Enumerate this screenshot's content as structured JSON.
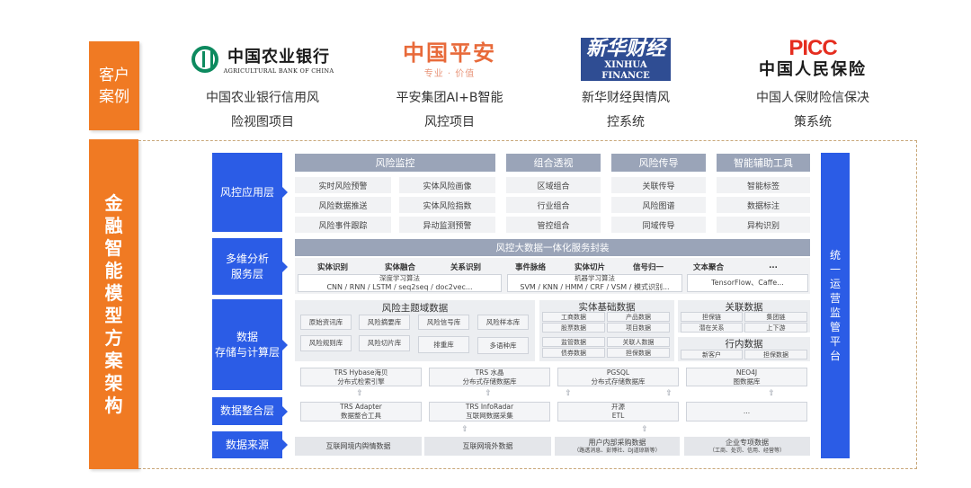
{
  "client_cases": {
    "tag": "客户\n案例",
    "clients": [
      {
        "logo": {
          "cn": "中国农业银行",
          "en": "AGRICULTURAL BANK OF CHINA"
        },
        "caption_line1": "中国农业银行信用风",
        "caption_line2": "险视图项目"
      },
      {
        "logo": {
          "cn": "中国平安",
          "sub": "专业 · 价值"
        },
        "caption_line1": "平安集团AI+B智能",
        "caption_line2": "风控项目"
      },
      {
        "logo": {
          "cn": "新华财经",
          "en": "XINHUA FINANCE"
        },
        "caption_line1": "新华财经舆情风",
        "caption_line2": "控系统"
      },
      {
        "logo": {
          "en": "PICC",
          "cn": "中国人民保险"
        },
        "caption_line1": "中国人保财险信保决",
        "caption_line2": "策系统"
      }
    ]
  },
  "architecture": {
    "title_chars": [
      "金",
      "融",
      "智",
      "能",
      "模",
      "型",
      "方",
      "案",
      "架",
      "构"
    ],
    "ops_platform_chars": [
      "统",
      "一",
      "运",
      "营",
      "监",
      "管",
      "平",
      "台"
    ],
    "layers": {
      "application": {
        "label": "风控应用层",
        "groups": [
          {
            "header": "风险监控",
            "items": [
              "实时风险预警",
              "实体风险画像",
              "风险数据推送",
              "实体风险指数",
              "风险事件跟踪",
              "异动监测预警"
            ]
          },
          {
            "header": "组合透视",
            "items": [
              "区域组合",
              "行业组合",
              "管控组合"
            ]
          },
          {
            "header": "风险传导",
            "items": [
              "关联传导",
              "风险图谱",
              "同域传导"
            ]
          },
          {
            "header": "智能辅助工具",
            "items": [
              "智能标签",
              "数据标注",
              "异构识别"
            ]
          }
        ]
      },
      "analysis": {
        "label_line1": "多维分析",
        "label_line2": "服务层",
        "header": "风控大数据一体化服务封装",
        "services": [
          "实体识别",
          "实体融合",
          "关系识别",
          "事件脉络",
          "实体切片",
          "信号归一",
          "文本聚合",
          "..."
        ],
        "algorithms": [
          {
            "title": "深度学习算法",
            "detail": "CNN / RNN / LSTM / seq2seq / doc2vec..."
          },
          {
            "title": "机器学习算法",
            "detail": "SVM / KNN / HMM / CRF / VSM / 模式识别..."
          },
          {
            "title": "",
            "detail": "TensorFlow、Caffe..."
          }
        ]
      },
      "storage": {
        "label_line1": "数据",
        "label_line2": "存储与计算层",
        "risk_domain": {
          "title": "风险主题域数据",
          "items": [
            "原始资讯库",
            "风险摘要库",
            "风险信号库",
            "风险样本库",
            "风险规则库",
            "风险切片库",
            "排重库",
            "多语种库"
          ]
        },
        "entity_base": {
          "title": "实体基础数据",
          "items": [
            "工商数据",
            "产品数据",
            "股票数据",
            "项目数据",
            "监管数据",
            "关联人数据",
            "债券数据",
            "担保数据"
          ]
        },
        "relation": {
          "title": "关联数据",
          "items": [
            "担保链",
            "集团链",
            "潜在关系",
            "上下游"
          ]
        },
        "internal": {
          "title": "行内数据",
          "items": [
            "新客户",
            "担保数据"
          ]
        },
        "engines": [
          {
            "line1": "TRS Hybase海贝",
            "line2": "分布式检索引擎"
          },
          {
            "line1": "TRS 水晶",
            "line2": "分布式存储数据库"
          },
          {
            "line1": "PGSQL",
            "line2": "分布式存储数据库"
          },
          {
            "line1": "NEO4J",
            "line2": "图数据库"
          }
        ]
      },
      "integration": {
        "label": "数据整合层",
        "tools": [
          {
            "line1": "TRS Adapter",
            "line2": "数据整合工具"
          },
          {
            "line1": "TRS InfoRadar",
            "line2": "互联网数据采集"
          },
          {
            "line1": "开源",
            "line2": "ETL"
          },
          {
            "line1": "...",
            "line2": ""
          }
        ]
      },
      "sources": {
        "label": "数据来源",
        "items": [
          {
            "line1": "互联网境内舆情数据",
            "line2": ""
          },
          {
            "line1": "互联网境外数据",
            "line2": ""
          },
          {
            "line1": "用户内部采购数据",
            "line2": "（路透消息、彭博社、DJ道琼斯等）"
          },
          {
            "line1": "企业专项数据",
            "line2": "（工商、处罚、信用、经营等）"
          }
        ]
      }
    },
    "arrow_glyph": "⇧"
  },
  "colors": {
    "orange": "#f07a23",
    "layer_blue": "#2b5ce6",
    "header_gray": "#9aa4b8",
    "cell_gray": "#f1f2f4"
  }
}
